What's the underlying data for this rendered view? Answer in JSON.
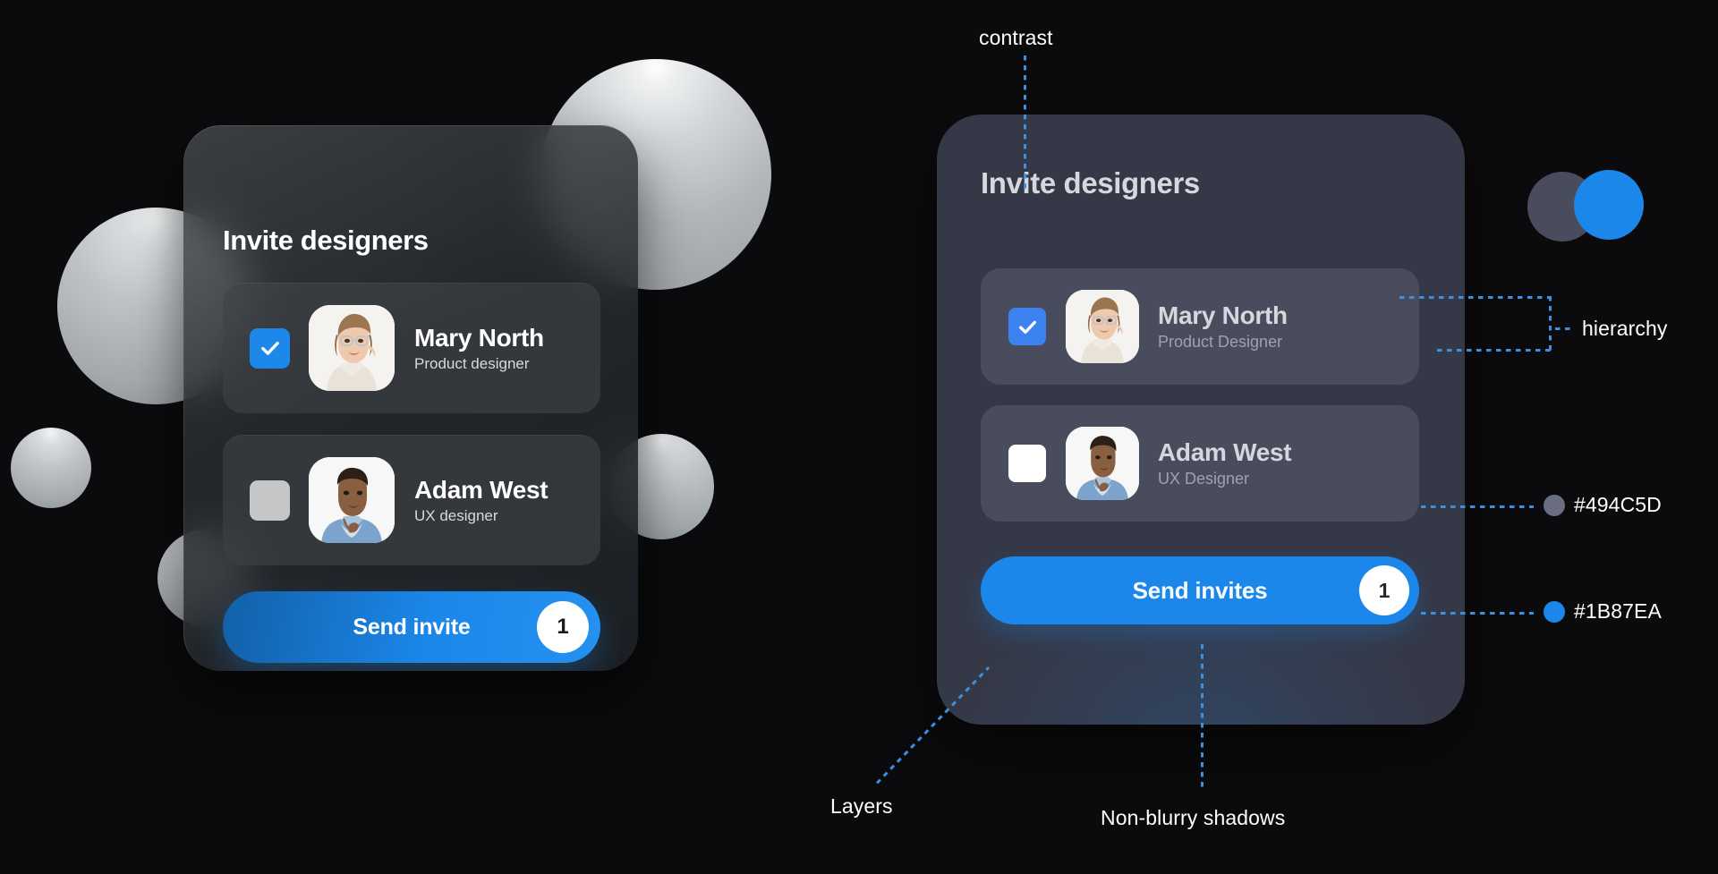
{
  "theme": {
    "page_background": "#0b0b0d",
    "accent_blue": "#1B87EA",
    "card_gray": "#494C5D",
    "panel_gray": "#353847",
    "annotation_line": "#3D8FE0"
  },
  "glass_panel": {
    "title": "Invite designers",
    "people": [
      {
        "name": "Mary North",
        "role": "Product designer",
        "checked": true,
        "avatar": "mary-avatar"
      },
      {
        "name": "Adam West",
        "role": "UX designer",
        "checked": false,
        "avatar": "adam-avatar"
      }
    ],
    "button": {
      "label": "Send invite",
      "badge": "1"
    }
  },
  "solid_panel": {
    "title": "Invite designers",
    "people": [
      {
        "name": "Mary North",
        "role": "Product Designer",
        "checked": true,
        "avatar": "mary-avatar"
      },
      {
        "name": "Adam West",
        "role": "UX Designer",
        "checked": false,
        "avatar": "adam-avatar"
      }
    ],
    "button": {
      "label": "Send invites",
      "badge": "1"
    }
  },
  "annotations": {
    "contrast": "contrast",
    "hierarchy": "hierarchy",
    "color_gray": "#494C5D",
    "color_blue": "#1B87EA",
    "layers": "Layers",
    "shadows": "Non-blurry shadows"
  },
  "swatch_pair": {
    "gray": "#494C5D",
    "blue": "#1B87EA"
  }
}
